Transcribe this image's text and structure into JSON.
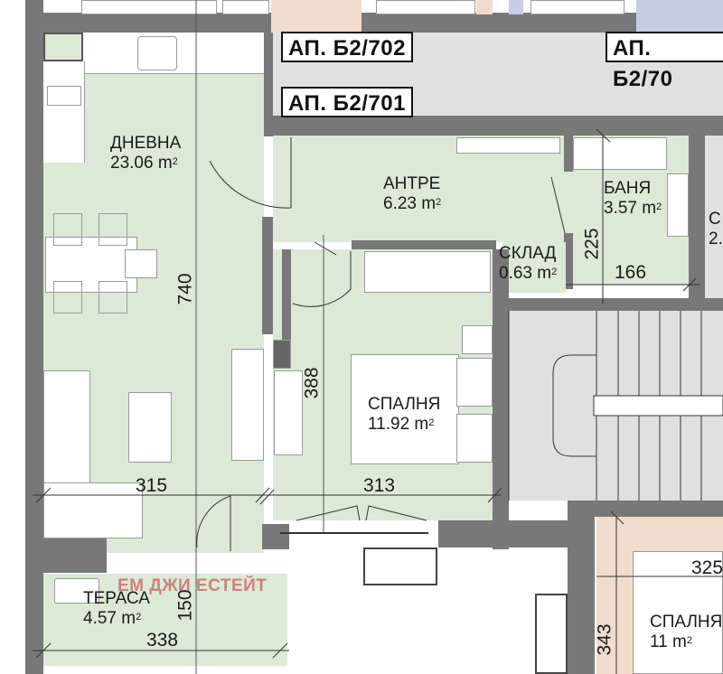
{
  "apartment_tags": {
    "apt_701": "АП. Б2/701",
    "apt_702": "АП. Б2/702",
    "apt_70x_partial": "АП. Б2/70"
  },
  "rooms": {
    "living": {
      "name": "ДНЕВНА",
      "area": "23.06 m",
      "exp": "2"
    },
    "hall": {
      "name": "АНТРЕ",
      "area": "6.23 m",
      "exp": "2"
    },
    "bathroom": {
      "name": "БАНЯ",
      "area": "3.57 m",
      "exp": "2"
    },
    "storage": {
      "name": "СКЛАД",
      "area": "0.63 m",
      "exp": "2"
    },
    "bedroom": {
      "name": "СПАЛНЯ",
      "area": "11.92 m",
      "exp": "2"
    },
    "terrace": {
      "name": "ТЕРАСА",
      "area": "4.57 m",
      "exp": "2"
    },
    "neighbor_bedroom": {
      "name": "СПАЛНЯ",
      "area": "11 m",
      "exp": "2"
    },
    "neighbor_partial": {
      "name": "С",
      "area": "2."
    }
  },
  "dimensions": {
    "living_height": "740",
    "living_width": "315",
    "bedroom_height": "388",
    "bedroom_width": "313",
    "bath_height": "225",
    "bath_width": "166",
    "terrace_height": "150",
    "terrace_width": "338",
    "neighbor_width": "325",
    "neighbor_height": "343"
  },
  "watermark": "ЕМ ДЖИ ЕСТЕЙТ",
  "colors": {
    "wall": "#787878",
    "room_fill": "#dbe9d6",
    "common_area": "#e0e0e0",
    "neighbor_peach": "#f1dccb",
    "neighbor_blue": "#c6cbe6",
    "watermark": "#c9706a"
  }
}
